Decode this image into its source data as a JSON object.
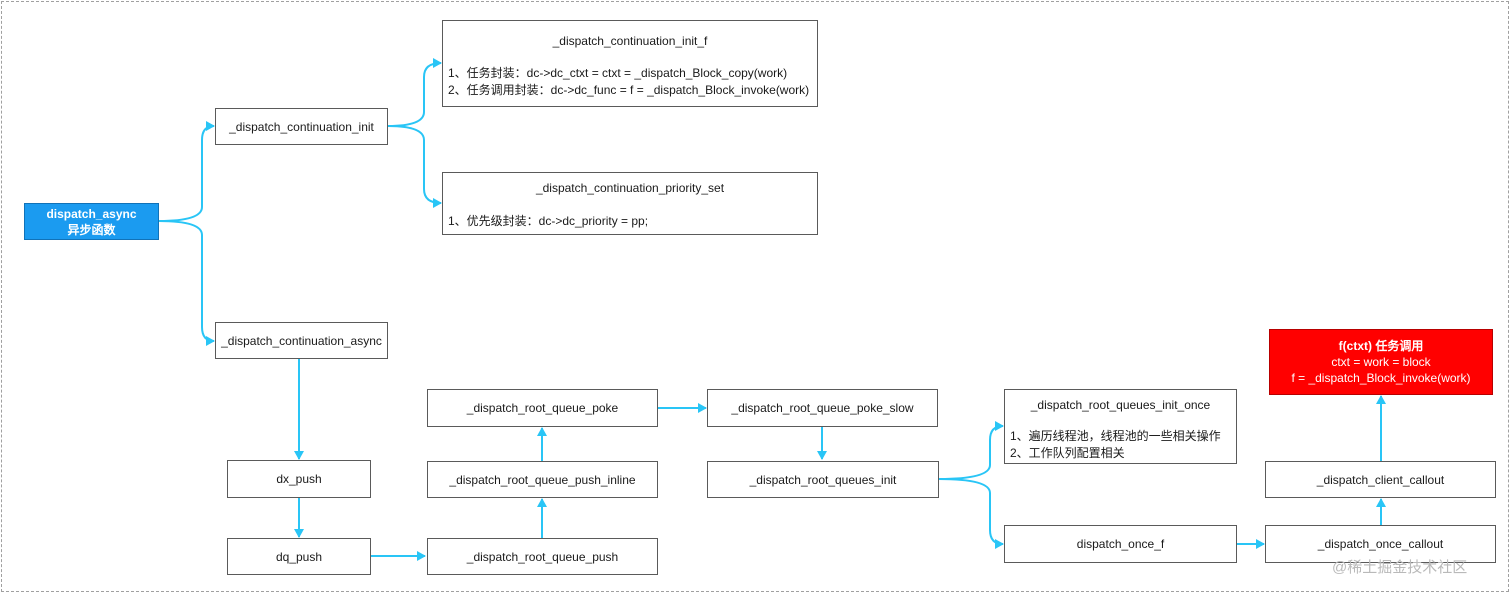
{
  "diagram": {
    "start": {
      "line1": "dispatch_async",
      "line2": "异步函数"
    },
    "continuation_init": "_dispatch_continuation_init",
    "continuation_init_f": {
      "title": "_dispatch_continuation_init_f",
      "line1": "1、任务封装：dc->dc_ctxt = ctxt = _dispatch_Block_copy(work)",
      "line2": "2、任务调用封装：dc->dc_func = f = _dispatch_Block_invoke(work)"
    },
    "priority_set": {
      "title": "_dispatch_continuation_priority_set",
      "line1": "1、优先级封装：dc->dc_priority = pp;"
    },
    "continuation_async": "_dispatch_continuation_async",
    "dx_push": "dx_push",
    "dq_push": "dq_push",
    "root_queue_push": "_dispatch_root_queue_push",
    "root_queue_push_inline": "_dispatch_root_queue_push_inline",
    "root_queue_poke": "_dispatch_root_queue_poke",
    "root_queue_poke_slow": "_dispatch_root_queue_poke_slow",
    "root_queues_init": "_dispatch_root_queues_init",
    "root_queues_init_once": {
      "title": "_dispatch_root_queues_init_once",
      "line1": "1、遍历线程池，线程池的一些相关操作",
      "line2": "2、工作队列配置相关"
    },
    "dispatch_once_f": "dispatch_once_f",
    "once_callout": "_dispatch_once_callout",
    "client_callout": "_dispatch_client_callout",
    "result": {
      "line1": "f(ctxt) 任务调用",
      "line2": "ctxt = work = block",
      "line3": "f = _dispatch_Block_invoke(work)"
    }
  },
  "colors": {
    "arrow": "#29c5f6",
    "start_fill": "#1b9bf0",
    "result_fill": "#ff0000",
    "border": "#5a5a5a"
  },
  "watermark": "@稀土掘金技术社区"
}
